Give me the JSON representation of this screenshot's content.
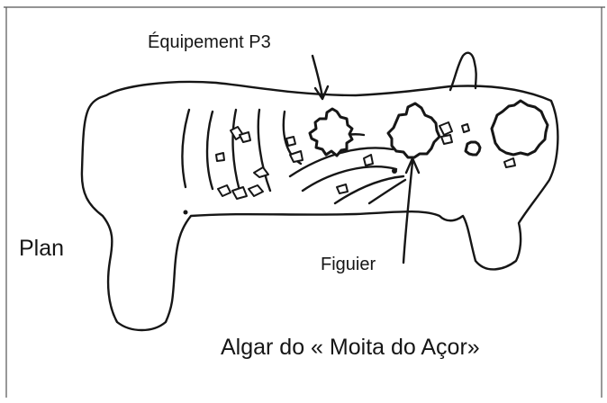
{
  "figure": {
    "labels": {
      "equipment": "Équipement P3",
      "plan": "Plan",
      "fig_tree": "Figuier",
      "title": "Algar do « Moita do Açor»"
    },
    "colors": {
      "ink": "#161616",
      "paper": "#ffffff"
    },
    "sketch_items": [
      "cave-outline",
      "chimney",
      "shaft-openings",
      "contour-arcs",
      "blocks",
      "pointer-arrows"
    ]
  }
}
